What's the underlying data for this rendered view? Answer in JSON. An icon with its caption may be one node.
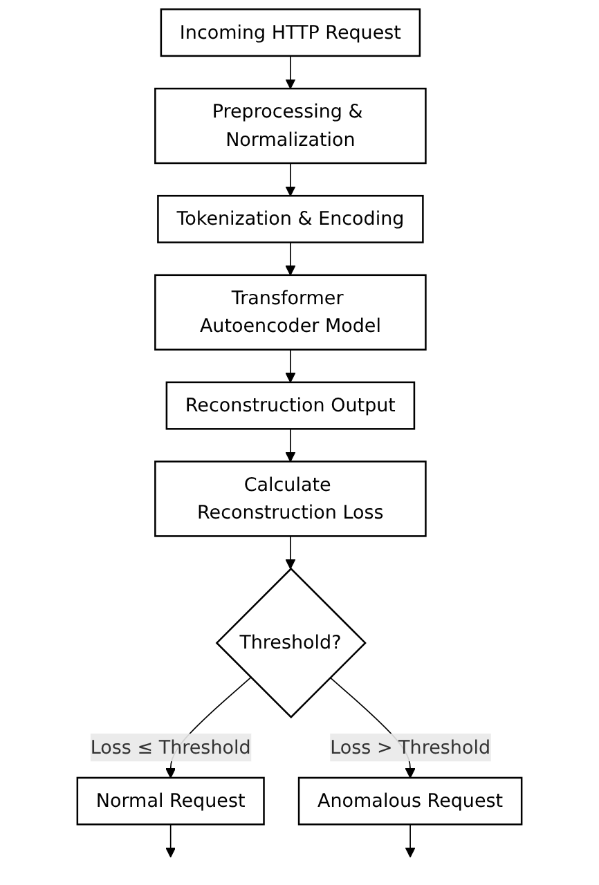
{
  "diagram": {
    "nodes": [
      {
        "text": [
          "Incoming HTTP Request"
        ]
      },
      {
        "text": [
          "Preprocessing & Normalization"
        ]
      },
      {
        "text": [
          "Tokenization & Encoding"
        ]
      },
      {
        "text": [
          "Transformer Autoencoder Model"
        ]
      },
      {
        "text": [
          "Reconstruction Output"
        ]
      },
      {
        "text": [
          "Calculate Reconstruction Loss"
        ]
      },
      {
        "text": [
          "Threshold?"
        ]
      },
      {
        "text": [
          "Normal Request"
        ]
      },
      {
        "text": [
          "Anomalous Request"
        ]
      }
    ],
    "edges": [
      {
        "from": 0,
        "to": 1,
        "arrow": "to"
      },
      {
        "from": 1,
        "to": 2,
        "arrow": "to"
      },
      {
        "from": 2,
        "to": 3,
        "arrow": "to"
      },
      {
        "from": 3,
        "to": 4,
        "arrow": "to"
      },
      {
        "from": 4,
        "to": 5,
        "arrow": "to"
      },
      {
        "from": 5,
        "to": 6,
        "arrow": "to"
      },
      {
        "from": 6,
        "to": 7,
        "arrow": "to",
        "label": "Loss ≤ Threshold"
      },
      {
        "from": 6,
        "to": 8,
        "arrow": "to",
        "label": "Loss > Threshold"
      },
      {
        "from": 7,
        "to": null,
        "arrow": "to"
      },
      {
        "from": 8,
        "to": null,
        "arrow": "to"
      }
    ]
  }
}
